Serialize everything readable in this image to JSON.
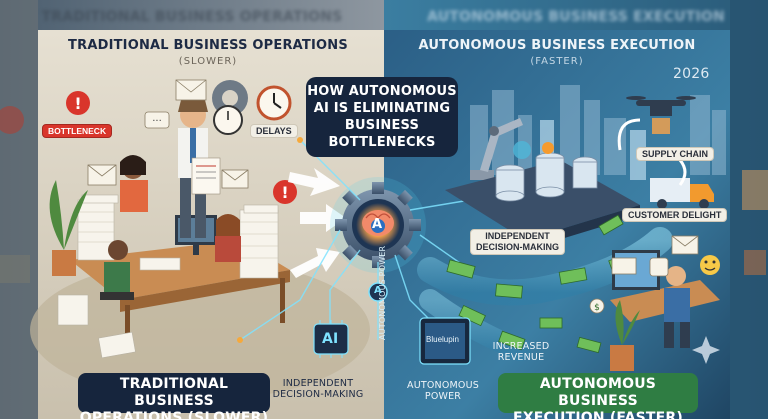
{
  "blurred_header": {
    "left": "TRADITIONAL BUSINESS OPERATIONS",
    "right": "AUTONOMOUS BUSINESS EXECUTION"
  },
  "left_header": {
    "title": "TRADITIONAL BUSINESS OPERATIONS",
    "subtitle": "(SLOWER)"
  },
  "right_header": {
    "title": "AUTONOMOUS BUSINESS EXECUTION",
    "subtitle": "(FASTER)",
    "year": "2026"
  },
  "center_title": {
    "line1": "HOW AUTONOMOUS",
    "line2": "AI IS ELIMINATING",
    "line3": "BUSINESS",
    "line4": "BOTTLENECKS"
  },
  "labels": {
    "bottleneck": "BOTTLENECK",
    "delays": "DELAYS",
    "supply_chain": "SUPPLY CHAIN",
    "customer_delight": "CUSTOMER DELIGHT",
    "independent_decision_top_1": "INDEPENDENT",
    "independent_decision_top_2": "DECISION-MAKING",
    "independent_decision_bottom_1": "INDEPENDENT",
    "independent_decision_bottom_2": "DECISION-MAKING",
    "autonomous_power_vertical": "AUTONOMOUS POWER",
    "autonomous_power_1": "AUTONOMOUS",
    "autonomous_power_2": "POWER",
    "increased_revenue_1": "INCREASED",
    "increased_revenue_2": "REVENUE",
    "bluelupin": "Bluelupin",
    "ai_chip": "AI",
    "brain_letter": "A",
    "small_a": "A"
  },
  "bottom_left": {
    "line1": "TRADITIONAL BUSINESS",
    "line2": "OPERATIONS (SLOWER)"
  },
  "bottom_right": {
    "line1": "AUTONOMOUS BUSINESS",
    "line2": "EXECUTION (FASTER)"
  },
  "colors": {
    "left_bg": "#d9d3c6",
    "right_bg": "#2d6c8f",
    "title_dark": "#16253d",
    "green_banner": "#2f7d43",
    "alert_red": "#d9352b",
    "glow_orange": "#f29a2e",
    "cyan_glow": "#55d4f0"
  }
}
